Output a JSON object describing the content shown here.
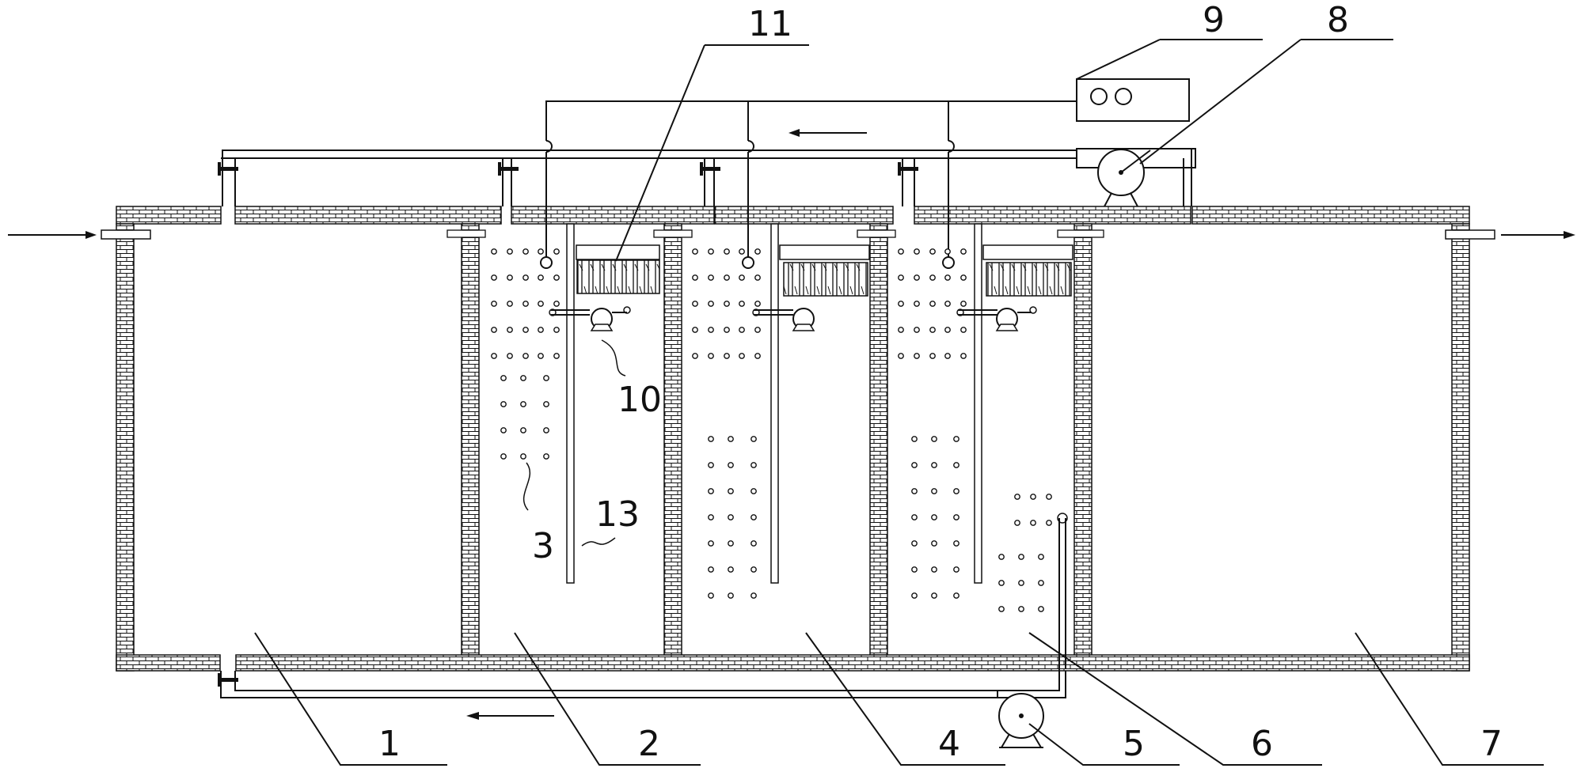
{
  "labels": {
    "n1": "1",
    "n2": "2",
    "n3": "3",
    "n4": "4",
    "n5": "5",
    "n6": "6",
    "n7": "7",
    "n8": "8",
    "n9": "9",
    "n10": "10",
    "n11": "11",
    "n13": "13"
  },
  "colors": {
    "line": "#111111",
    "brick": "#111111",
    "background": "#ffffff"
  }
}
